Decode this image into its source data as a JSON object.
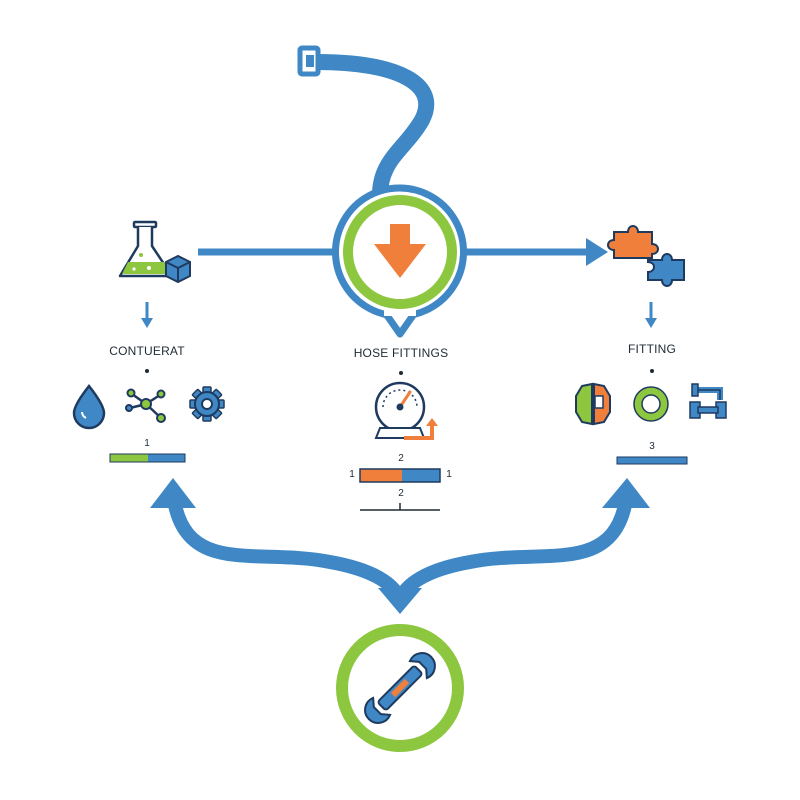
{
  "colors": {
    "blue": "#3f88c5",
    "green": "#8dc63f",
    "orange": "#f07f3c",
    "navy": "#1f3a5f",
    "text": "#1f2a33"
  },
  "center": {
    "label": "HOSE FITTINGS",
    "icon": "down-arrow-icon",
    "gauge_icon": "gauge-icon",
    "count_top": "2",
    "bar_left_num": "1",
    "bar_right_num": "1",
    "count_bottom": "2"
  },
  "left": {
    "label": "CONTUERAT",
    "icon": "flask-icon",
    "sub_icons": [
      "water-drop-icon",
      "molecule-icon",
      "gear-icon"
    ],
    "count": "1"
  },
  "right": {
    "label": "FITTING",
    "icon": "puzzle-icon",
    "sub_icons": [
      "shield-icon",
      "ring-icon",
      "pipe-icon"
    ],
    "count": "3"
  },
  "bottom": {
    "icon": "wrench-icon"
  }
}
